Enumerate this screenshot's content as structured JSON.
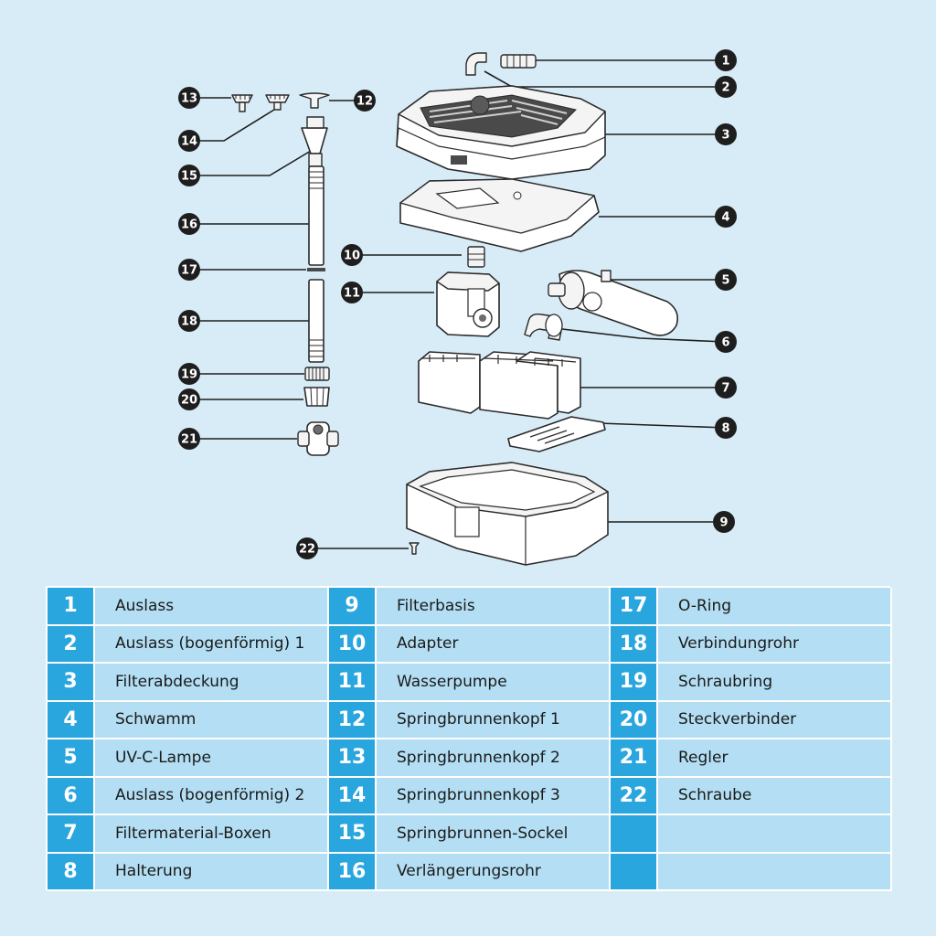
{
  "legend": [
    {
      "num": "1",
      "label": "Auslass"
    },
    {
      "num": "2",
      "label": "Auslass (bogenförmig) 1"
    },
    {
      "num": "3",
      "label": "Filterabdeckung"
    },
    {
      "num": "4",
      "label": "Schwamm"
    },
    {
      "num": "5",
      "label": "UV-C-Lampe"
    },
    {
      "num": "6",
      "label": "Auslass (bogenförmig) 2"
    },
    {
      "num": "7",
      "label": "Filtermaterial-Boxen"
    },
    {
      "num": "8",
      "label": "Halterung"
    },
    {
      "num": "9",
      "label": "Filterbasis"
    },
    {
      "num": "10",
      "label": "Adapter"
    },
    {
      "num": "11",
      "label": "Wasserpumpe"
    },
    {
      "num": "12",
      "label": "Springbrunnenkopf 1"
    },
    {
      "num": "13",
      "label": "Springbrunnenkopf 2"
    },
    {
      "num": "14",
      "label": "Springbrunnenkopf 3"
    },
    {
      "num": "15",
      "label": "Springbrunnen-Sockel"
    },
    {
      "num": "16",
      "label": "Verlängerungsrohr"
    },
    {
      "num": "17",
      "label": "O-Ring"
    },
    {
      "num": "18",
      "label": "Verbindungrohr"
    },
    {
      "num": "19",
      "label": "Schraubring"
    },
    {
      "num": "20",
      "label": "Steckverbinder"
    },
    {
      "num": "21",
      "label": "Regler"
    },
    {
      "num": "22",
      "label": "Schraube"
    },
    {
      "num": "",
      "label": ""
    },
    {
      "num": "",
      "label": ""
    }
  ],
  "callouts": [
    "1",
    "2",
    "3",
    "4",
    "5",
    "6",
    "7",
    "8",
    "9",
    "10",
    "11",
    "12",
    "13",
    "14",
    "15",
    "16",
    "17",
    "18",
    "19",
    "20",
    "21",
    "22"
  ],
  "colors": {
    "background": "#d8ecf7",
    "number_cell": "#2aa6df",
    "label_cell": "#b3def3",
    "callout": "#1e1e1e"
  }
}
